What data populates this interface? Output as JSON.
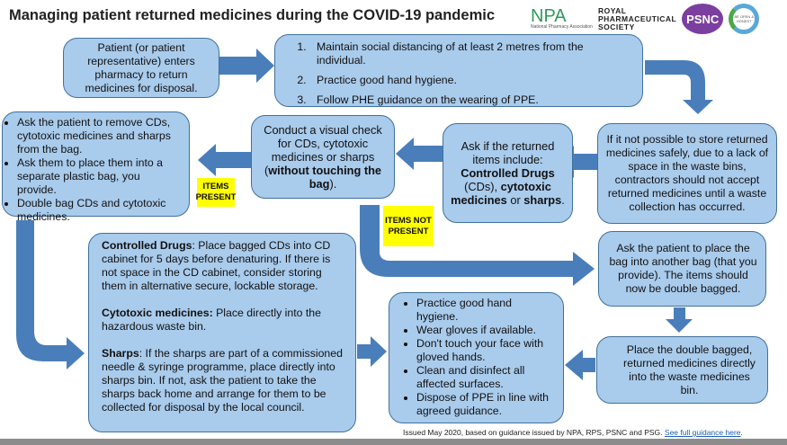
{
  "title": "Managing patient returned medicines during the COVID-19 pandemic",
  "logos": {
    "npa": "NPA",
    "npa_sub": "National Pharmacy Association",
    "rps": [
      "ROYAL",
      "PHARMACEUTICAL",
      "SOCIETY"
    ],
    "psnc": "PSNC",
    "psg": "BE OPEN & HONEST"
  },
  "colors": {
    "box_fill": "#a9cbec",
    "box_border": "#41719c",
    "arrow": "#4a7ebb",
    "label": "#ffff00"
  },
  "boxes": {
    "patient": "Patient (or patient representative) enters pharmacy to return medicines for disposal.",
    "steps": [
      "Maintain social distancing of at least 2 metres from the individual.",
      "Practice good hand hygiene.",
      "Follow PHE guidance on the wearing of PPE."
    ],
    "storage": "If it not possible to store returned medicines safely, due to a lack of space in the waste bins, contractors should not accept returned medicines until a waste collection has occurred.",
    "ask": {
      "pre": "Ask if the returned items include:",
      "cd": "Controlled Drugs",
      "mid": "(CDs),",
      "cyto": "cytotoxic medicines",
      "or": "or",
      "sharps": "sharps",
      "end": "."
    },
    "visual": {
      "pre": "Conduct a visual check for CDs, cytotoxic medicines or sharps (",
      "bold": "without touching the bag",
      "end": ")."
    },
    "remove": [
      "Ask the patient to remove CDs, cytotoxic medicines and sharps from the bag.",
      "Ask them to place them into a separate plastic bag, you provide.",
      "Double bag CDs and cytotoxic medicines."
    ],
    "disposal": {
      "cd_label": "Controlled Drugs",
      "cd_text": ": Place bagged CDs into CD cabinet for 5 days before denaturing. If there is not space in the CD cabinet, consider storing them in alternative secure, lockable storage.",
      "cyto_label": "Cytotoxic medicines:",
      "cyto_text": " Place directly into the hazardous waste bin.",
      "sharps_label": "Sharps",
      "sharps_text": ": If the sharps are part of a commissioned needle & syringe programme, place directly into sharps bin. If not, ask the patient to take the sharps back home and arrange for them to be collected for disposal by the local council."
    },
    "double_bag": "Ask the patient to place the bag into another bag (that you provide). The items should now be double bagged.",
    "waste_bin": "Place the double bagged, returned medicines directly into the waste medicines bin.",
    "hygiene": [
      "Practice good hand hygiene.",
      "Wear gloves if available.",
      "Don't touch your face with gloved hands.",
      "Clean and disinfect all affected surfaces.",
      "Dispose of PPE in line with agreed guidance."
    ]
  },
  "labels": {
    "present": "ITEMS PRESENT",
    "not_present": "ITEMS NOT PRESENT"
  },
  "footer": {
    "text": "Issued May 2020, based on guidance issued by NPA, RPS, PSNC and PSG. ",
    "link": "See full guidance here"
  }
}
